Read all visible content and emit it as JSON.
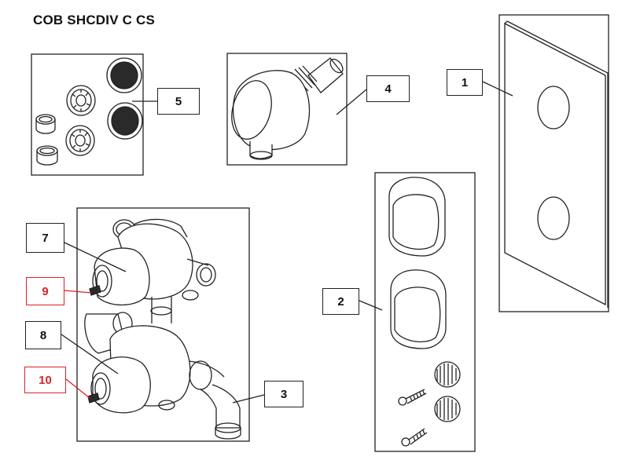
{
  "title": "COB SHCDIV C CS",
  "colors": {
    "line": "#222222",
    "accent_red": "#d8232a",
    "dark_fill": "#2a2a2a"
  },
  "callouts": [
    {
      "id": "c1",
      "label": "1",
      "style": "normal"
    },
    {
      "id": "c2",
      "label": "2",
      "style": "normal"
    },
    {
      "id": "c3",
      "label": "3",
      "style": "normal"
    },
    {
      "id": "c4",
      "label": "4",
      "style": "normal"
    },
    {
      "id": "c5",
      "label": "5",
      "style": "normal"
    },
    {
      "id": "c7",
      "label": "7",
      "style": "normal"
    },
    {
      "id": "c8",
      "label": "8",
      "style": "normal"
    },
    {
      "id": "c9",
      "label": "9",
      "style": "red"
    },
    {
      "id": "c10",
      "label": "10",
      "style": "red"
    }
  ]
}
